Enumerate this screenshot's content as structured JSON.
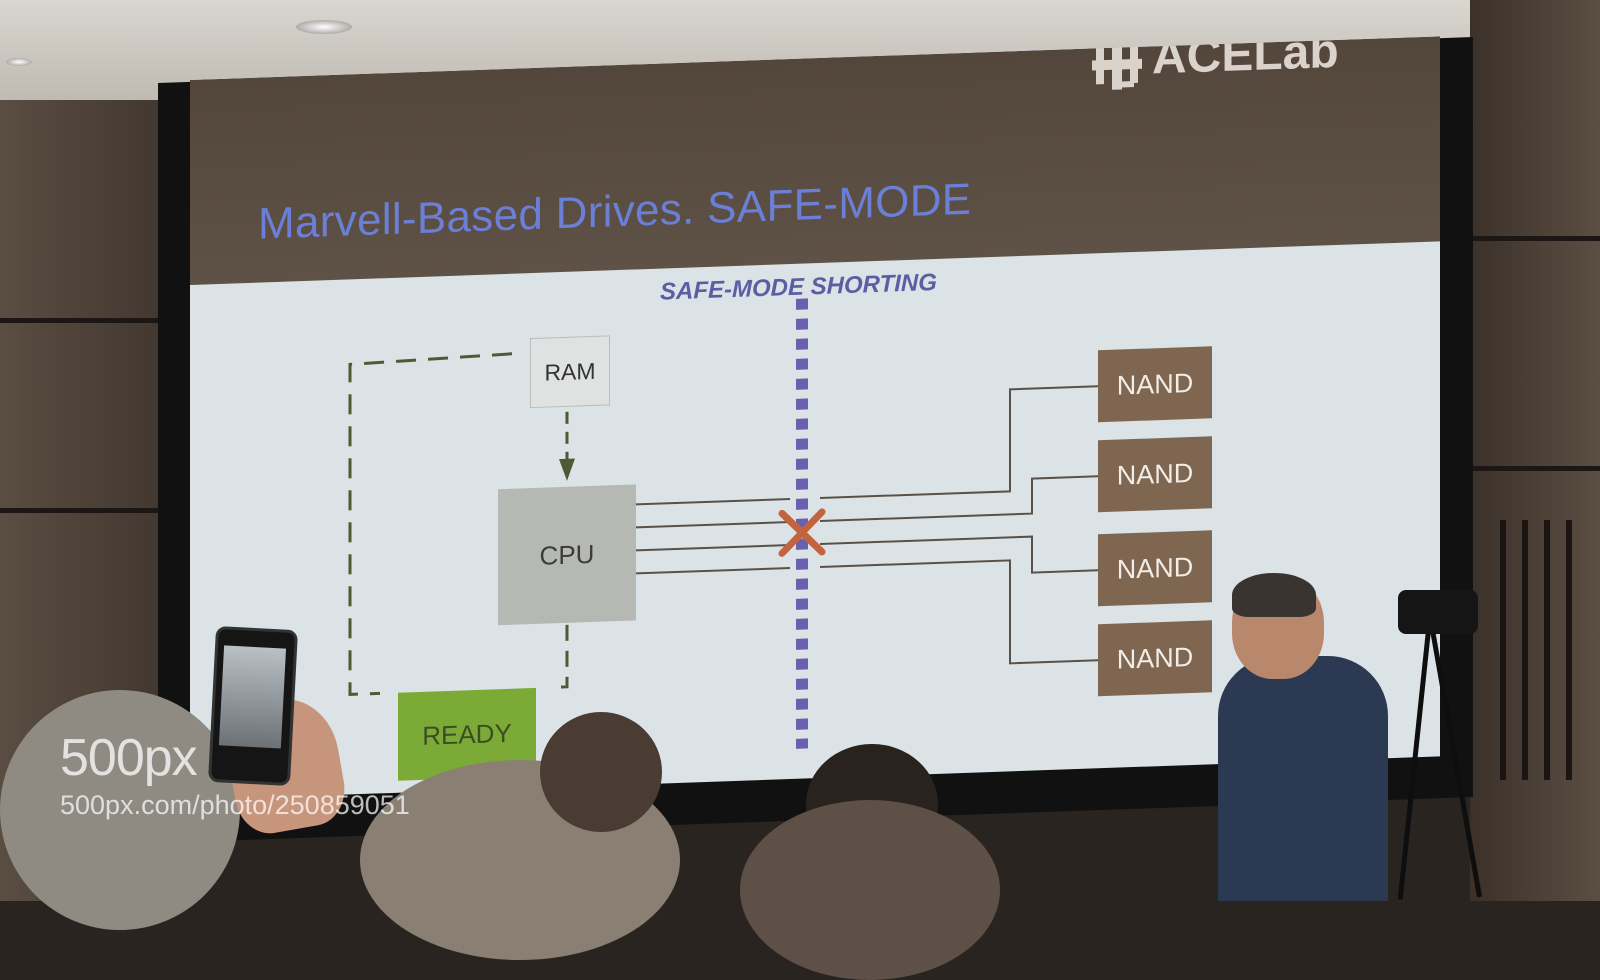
{
  "slide": {
    "title": "Marvell-Based Drives. SAFE-MODE",
    "logo": {
      "text": "ACELab",
      "registered": "®"
    },
    "diagram_title": "SAFE-MODE SHORTING",
    "blocks": {
      "ram": "RAM",
      "cpu": "CPU",
      "ready": "READY",
      "nand": [
        "NAND",
        "NAND",
        "NAND",
        "NAND"
      ]
    },
    "colors": {
      "header": "#5a4c41",
      "title": "#6b7fd6",
      "nand": "#7e6650",
      "ready": "#7bab36",
      "short_mark": "#c4643f",
      "divider": "#6b5fb0"
    }
  },
  "watermark": {
    "logo": "500px",
    "url": "500px.com/photo/250859051"
  }
}
